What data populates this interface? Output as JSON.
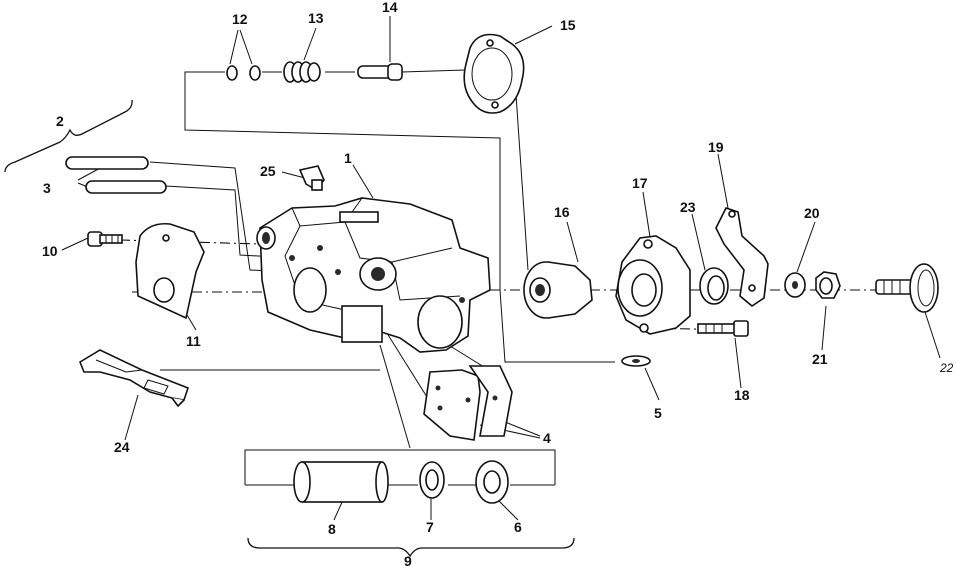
{
  "diagram": {
    "callouts": [
      {
        "id": "c1",
        "text": "1"
      },
      {
        "id": "c2",
        "text": "2"
      },
      {
        "id": "c3",
        "text": "3"
      },
      {
        "id": "c4",
        "text": "4"
      },
      {
        "id": "c5",
        "text": "5"
      },
      {
        "id": "c6",
        "text": "6"
      },
      {
        "id": "c7",
        "text": "7"
      },
      {
        "id": "c8",
        "text": "8"
      },
      {
        "id": "c9",
        "text": "9"
      },
      {
        "id": "c10",
        "text": "10"
      },
      {
        "id": "c11",
        "text": "11"
      },
      {
        "id": "c12",
        "text": "12"
      },
      {
        "id": "c13",
        "text": "13"
      },
      {
        "id": "c14",
        "text": "14"
      },
      {
        "id": "c15",
        "text": "15"
      },
      {
        "id": "c16",
        "text": "16"
      },
      {
        "id": "c17",
        "text": "17"
      },
      {
        "id": "c18",
        "text": "18"
      },
      {
        "id": "c19",
        "text": "19"
      },
      {
        "id": "c20",
        "text": "20"
      },
      {
        "id": "c21",
        "text": "21"
      },
      {
        "id": "c22",
        "text": "22"
      },
      {
        "id": "c23",
        "text": "23"
      },
      {
        "id": "c24",
        "text": "24"
      },
      {
        "id": "c25",
        "text": "25"
      }
    ]
  }
}
